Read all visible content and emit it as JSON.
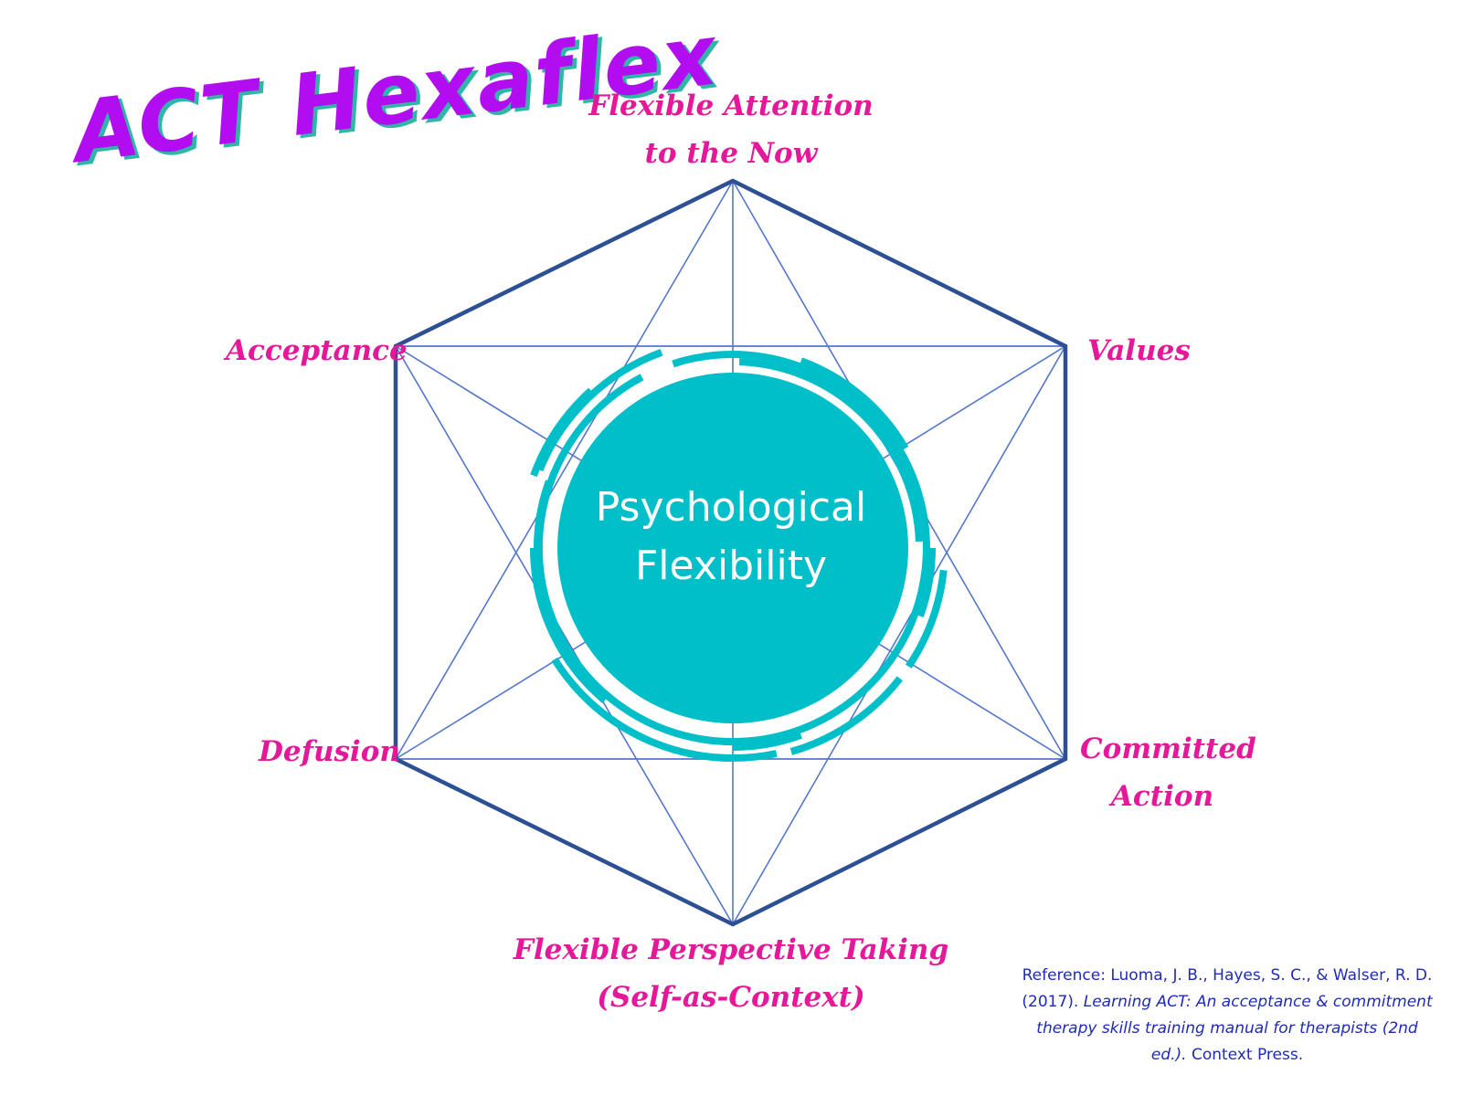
{
  "title": "ACT Hexaflex",
  "center": {
    "line1": "Psychological",
    "line2": "Flexibility"
  },
  "vertices": {
    "top": {
      "line1": "Flexible Attention",
      "line2": "to the Now"
    },
    "upper_right": {
      "line1": "Values"
    },
    "lower_right": {
      "line1": "Committed",
      "line2": "Action"
    },
    "bottom": {
      "line1": "Flexible Perspective Taking",
      "line2": "(Self-as-Context)"
    },
    "lower_left": {
      "line1": "Defusion"
    },
    "upper_left": {
      "line1": "Acceptance"
    }
  },
  "reference": {
    "prefix": "Reference: Luoma, J. B., Hayes, S. C., & Walser, R. D. (2017). ",
    "title": "Learning ACT: An acceptance & commitment therapy skills training manual for therapists (2nd ed.).",
    "suffix": " Context Press."
  },
  "colors": {
    "title": "#b20df0",
    "title_shadow": "#2fb6a6",
    "labels": "#e5189a",
    "hexagon_outline": "#2d4f94",
    "inner_lines": "#5577cc",
    "circle": "#00bfc8",
    "center_text": "#ffffff",
    "reference_text": "#1f2bb8"
  }
}
